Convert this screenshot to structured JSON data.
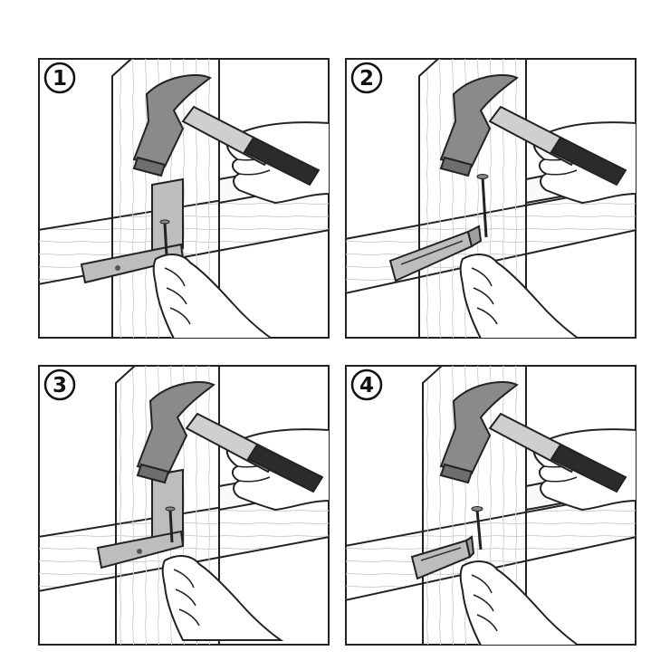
{
  "panels": [
    {
      "number": "1",
      "step_icons": [
        "post-icon",
        "rail-icon",
        "bracket-icon",
        "nail-icon",
        "hammer-icon",
        "left-hand-icon",
        "right-hand-icon"
      ]
    },
    {
      "number": "2",
      "step_icons": [
        "post-icon",
        "rail-icon",
        "bracket-icon",
        "nail-icon",
        "hammer-icon",
        "left-hand-icon",
        "right-hand-icon"
      ]
    },
    {
      "number": "3",
      "step_icons": [
        "post-icon",
        "rail-icon",
        "bracket-icon",
        "nail-icon",
        "hammer-icon",
        "left-hand-icon",
        "right-hand-icon"
      ]
    },
    {
      "number": "4",
      "step_icons": [
        "post-icon",
        "rail-icon",
        "bracket-icon",
        "nail-icon",
        "hammer-icon",
        "left-hand-icon",
        "right-hand-icon"
      ]
    }
  ],
  "colors": {
    "line": "#222222",
    "wood": "#f3f3f3",
    "metal": "#bdbdbd",
    "hammer_head": "#8a8a8a",
    "handle": "#2b2b2b"
  }
}
